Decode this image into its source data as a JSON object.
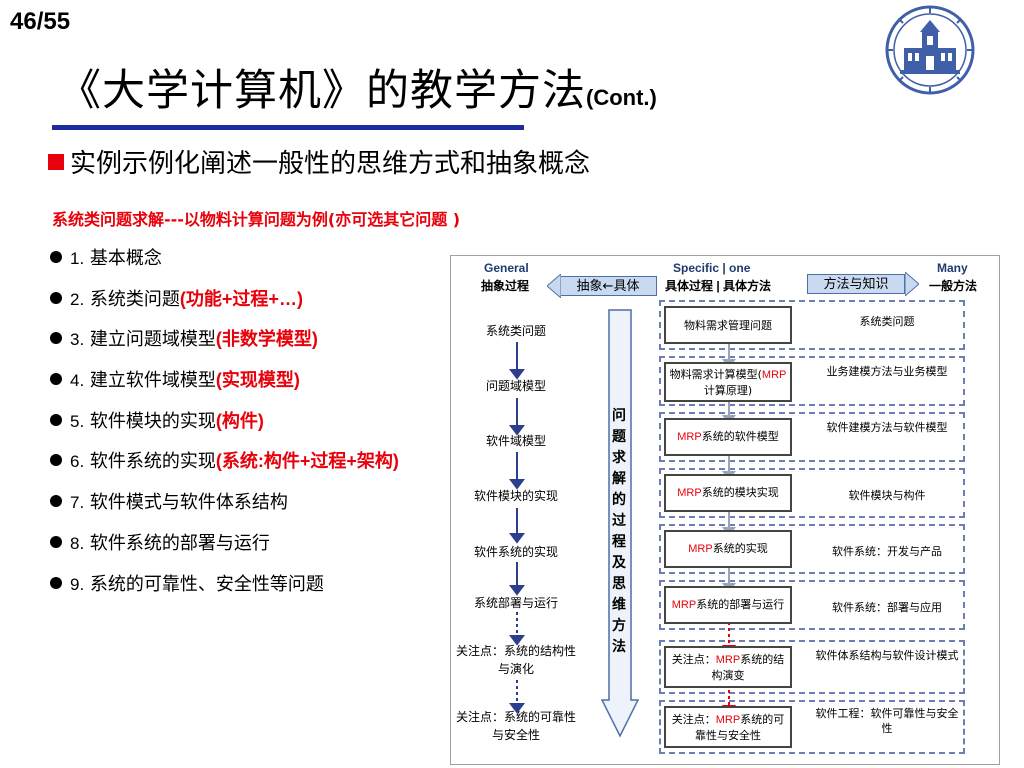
{
  "slide": {
    "page_number": "46/55",
    "title": "《大学计算机》的教学方法",
    "title_suffix": "(Cont.)",
    "subtitle": "实例示例化阐述一般性的思维方式和抽象概念",
    "red_heading": "系统类问题求解---以物料计算问题为例(亦可选其它问题 )",
    "bullets": [
      {
        "num": "1.",
        "text": "基本概念",
        "highlight": ""
      },
      {
        "num": "2.",
        "text": "系统类问题",
        "highlight": "(功能+过程+…)"
      },
      {
        "num": "3.",
        "text": "建立问题域模型",
        "highlight": "(非数学模型)"
      },
      {
        "num": "4.",
        "text": "建立软件域模型",
        "highlight": "(实现模型)"
      },
      {
        "num": "5.",
        "text": "软件模块的实现",
        "highlight": "(构件)"
      },
      {
        "num": "6.",
        "text": "软件系统的实现",
        "highlight": "(系统:构件+过程+架构)"
      },
      {
        "num": "7.",
        "text": "软件模式与软件体系结构",
        "highlight": ""
      },
      {
        "num": "8.",
        "text": "软件系统的部署与运行",
        "highlight": ""
      },
      {
        "num": "9.",
        "text": "系统的可靠性、安全性等问题",
        "highlight": ""
      }
    ]
  },
  "diagram": {
    "header": {
      "general_en": "General",
      "general_zh": "抽象过程",
      "specific_en": "Specific  |  one",
      "specific_zh": "具体过程 | 具体方法",
      "many_en": "Many",
      "many_zh": "一般方法",
      "arrow_left": "抽象←具体",
      "arrow_right": "方法与知识"
    },
    "left_steps": [
      "系统类问题",
      "问题域模型",
      "软件域模型",
      "软件模块的实现",
      "软件系统的实现",
      "系统部署与运行",
      "关注点：系统的结构性与演化",
      "关注点：系统的可靠性与安全性"
    ],
    "vertical_label": "问题求解的过程及思维方法",
    "mrp": "MRP",
    "rows": [
      {
        "pre": "",
        "mid": "物料需求管理问题",
        "post": "",
        "right": "系统类问题"
      },
      {
        "pre": "物料需求计算模型(",
        "mid": "",
        "post": "计算原理)",
        "right": "业务建模方法与业务模型"
      },
      {
        "pre": "",
        "mid": "",
        "post": "系统的软件模型",
        "right": "软件建模方法与软件模型"
      },
      {
        "pre": "",
        "mid": "",
        "post": "系统的模块实现",
        "right": "软件模块与构件"
      },
      {
        "pre": "",
        "mid": "",
        "post": "系统的实现",
        "right": "软件系统：开发与产品"
      },
      {
        "pre": "",
        "mid": "",
        "post": "系统的部署与运行",
        "right": "软件系统：部署与应用"
      },
      {
        "pre": "关注点：",
        "mid": "",
        "post": "系统的结构演变",
        "right": "软件体系结构与软件设计模式"
      },
      {
        "pre": "关注点：",
        "mid": "",
        "post": "系统的可靠性与安全性",
        "right": "软件工程：软件可靠性与安全性"
      }
    ]
  }
}
